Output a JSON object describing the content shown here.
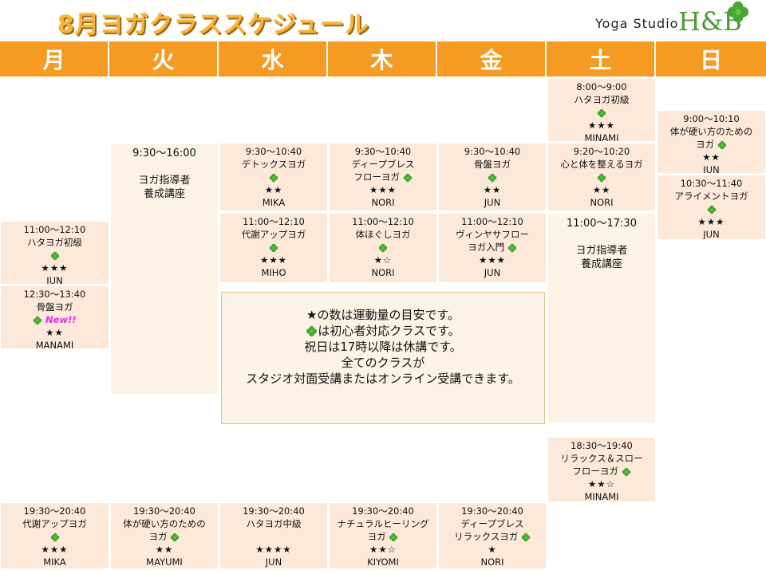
{
  "title": "8月ヨガクラススケジュール",
  "studio": {
    "text": "Yoga Studio",
    "logo": "H&B"
  },
  "colors": {
    "header": "#f59a23",
    "slot": "#fde9d9",
    "long_slot": "#fdf2e6",
    "title": "#f7b23b",
    "clover": "#46a832",
    "new": "#e62ee6"
  },
  "days": [
    "月",
    "火",
    "水",
    "木",
    "金",
    "土",
    "日"
  ],
  "classes": {
    "sat_0800": {
      "time": "8:00～9:00",
      "name": "ハタヨガ初級",
      "stars": "★★★",
      "teacher": "MINAMI"
    },
    "sun_0900": {
      "time": "9:00～10:10",
      "name1": "体が硬い方のための",
      "name2": "ヨガ",
      "stars": "★★",
      "teacher": "JUN"
    },
    "tue_0930": {
      "time": "9:30～16:00",
      "line1": "ヨガ指導者",
      "line2": "養成講座"
    },
    "wed_0930": {
      "time": "9:30～10:40",
      "name": "デトックスヨガ",
      "stars": "★★",
      "teacher": "MIKA"
    },
    "thu_0930": {
      "time": "9:30～10:40",
      "name1": "ディープブレス",
      "name2": "フローヨガ",
      "stars": "★★★",
      "teacher": "NORI"
    },
    "fri_0930": {
      "time": "9:30～10:40",
      "name": "骨盤ヨガ",
      "stars": "★★",
      "teacher": "JUN"
    },
    "sat_0920": {
      "time": "9:20～10:20",
      "name": "心と体を整えるヨガ",
      "stars": "★★",
      "teacher": "NORI"
    },
    "sun_1030": {
      "time": "10:30～11:40",
      "name": "アライメントヨガ",
      "stars": "★★★",
      "teacher": "JUN"
    },
    "wed_1100": {
      "time": "11:00～12:10",
      "name": "代謝アップヨガ",
      "stars": "★★★",
      "teacher": "MIHO"
    },
    "thu_1100": {
      "time": "11:00～12:10",
      "name": "体ほぐしヨガ",
      "stars": "★☆",
      "teacher": "NORI"
    },
    "fri_1100": {
      "time": "11:00～12:10",
      "name1": "ヴィンヤサフロー",
      "name2": "ヨガ入門",
      "stars": "★★★",
      "teacher": "JUN"
    },
    "sat_1100": {
      "time": "11:00～17:30",
      "line1": "ヨガ指導者",
      "line2": "養成講座"
    },
    "mon_1100": {
      "time": "11:00～12:10",
      "name": "ハタヨガ初級",
      "stars": "★★★",
      "teacher": "JUN"
    },
    "mon_1230": {
      "time": "12:30～13:40",
      "name": "骨盤ヨガ",
      "new": "New!!",
      "stars": "★★",
      "teacher": "MANAMI"
    },
    "sat_1830": {
      "time": "18:30～19:40",
      "name1": "リラックス＆スロー",
      "name2": "フローヨガ",
      "stars": "★★☆",
      "teacher": "MINAMI"
    },
    "mon_1930": {
      "time": "19:30～20:40",
      "name": "代謝アップヨガ",
      "stars": "★★★",
      "teacher": "MIKA"
    },
    "tue_1930": {
      "time": "19:30～20:40",
      "name1": "体が硬い方のための",
      "name2": "ヨガ",
      "stars": "★★",
      "teacher": "MAYUMI"
    },
    "wed_1930": {
      "time": "19:30～20:40",
      "name": "ハタヨガ中級",
      "stars": "★★★★",
      "teacher": "JUN"
    },
    "thu_1930": {
      "time": "19:30～20:40",
      "name1": "ナチュラルヒーリング",
      "name2": "ヨガ",
      "stars": "★★☆",
      "teacher": "KIYOMI"
    },
    "fri_1930": {
      "time": "19:30～20:40",
      "name1": "ディープブレス",
      "name2": "リラックスヨガ",
      "stars": "★",
      "teacher": "NORI"
    }
  },
  "notice": {
    "line1": "★の数は運動量の目安です。",
    "line2": "は初心者対応クラスです。",
    "line3": "祝日は17時以降は休講です。",
    "line4": "全てのクラスが",
    "line5": "スタジオ対面受講またはオンライン受講できます。"
  }
}
